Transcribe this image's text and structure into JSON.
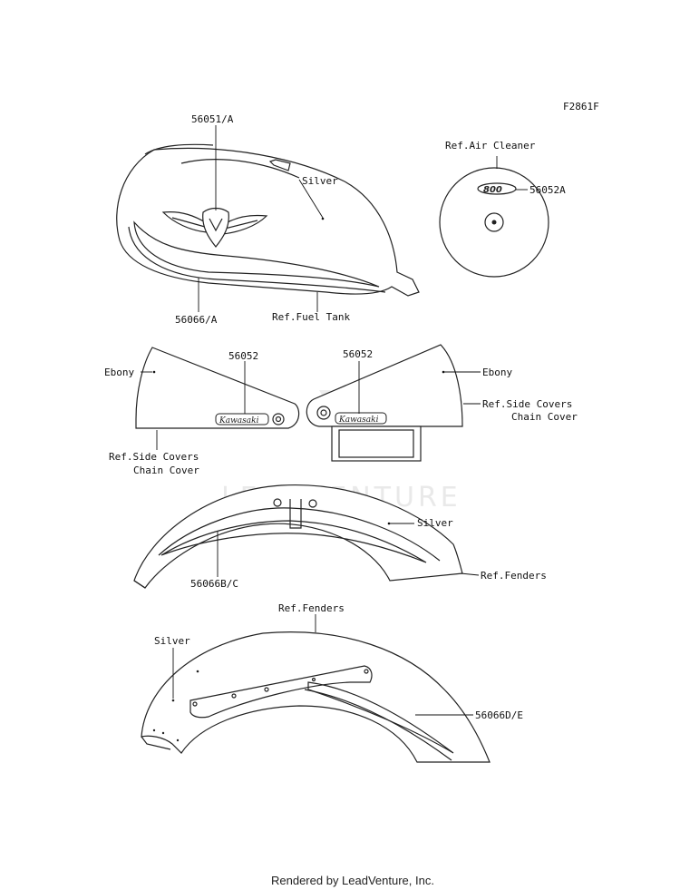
{
  "figure_code": "F2861F",
  "labels": {
    "tank_part": "56051/A",
    "tank_stripe": "56066/A",
    "tank_color": "Silver",
    "tank_ref": "Ref.Fuel Tank",
    "air_ref": "Ref.Air Cleaner",
    "air_part": "56052A",
    "left_cover_part": "56052",
    "left_cover_color": "Ebony",
    "left_cover_ref_1": "Ref.Side Covers",
    "left_cover_ref_2": "Chain Cover",
    "right_cover_part": "56052",
    "right_cover_color": "Ebony",
    "right_cover_ref_1": "Ref.Side Covers",
    "right_cover_ref_2": "Chain Cover",
    "front_fender_color": "Silver",
    "front_fender_part": "56066B/C",
    "front_fender_ref": "Ref.Fenders",
    "rear_fender_ref": "Ref.Fenders",
    "rear_fender_color": "Silver",
    "rear_fender_part": "56066D/E"
  },
  "decal_text": {
    "brand": "Kawasaki",
    "air_emblem": "800"
  },
  "watermark": "LEADVENTURE",
  "footer": "Rendered by LeadVenture, Inc."
}
